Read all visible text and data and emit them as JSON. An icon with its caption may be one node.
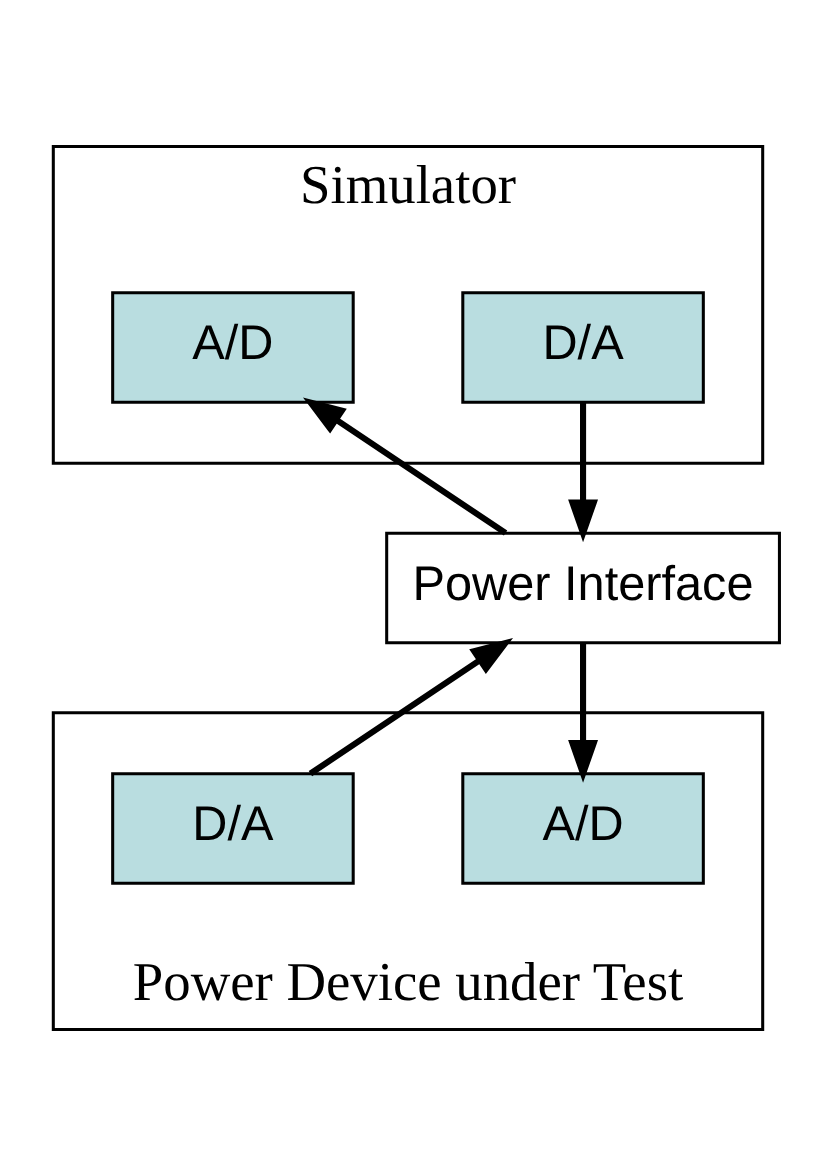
{
  "diagram": {
    "nodes": [
      {
        "text": [
          "Simulator"
        ]
      },
      {
        "text": [
          "D/A"
        ],
        "in": 0
      },
      {
        "text": [
          "A/D"
        ],
        "in": 0
      },
      {
        "text": [
          "Power Interface"
        ]
      },
      {
        "text": [
          "Power Device under Test"
        ]
      },
      {
        "text": [
          "A/D"
        ],
        "in": 4
      },
      {
        "text": [
          "D/A"
        ],
        "in": 4
      }
    ],
    "edges": [
      {
        "from": 1,
        "to": 3,
        "arrow": "to"
      },
      {
        "from": 3,
        "to": 2,
        "arrow": "to"
      },
      {
        "from": 3,
        "to": 5,
        "arrow": "to"
      },
      {
        "from": 6,
        "to": 3,
        "arrow": "to"
      }
    ]
  }
}
